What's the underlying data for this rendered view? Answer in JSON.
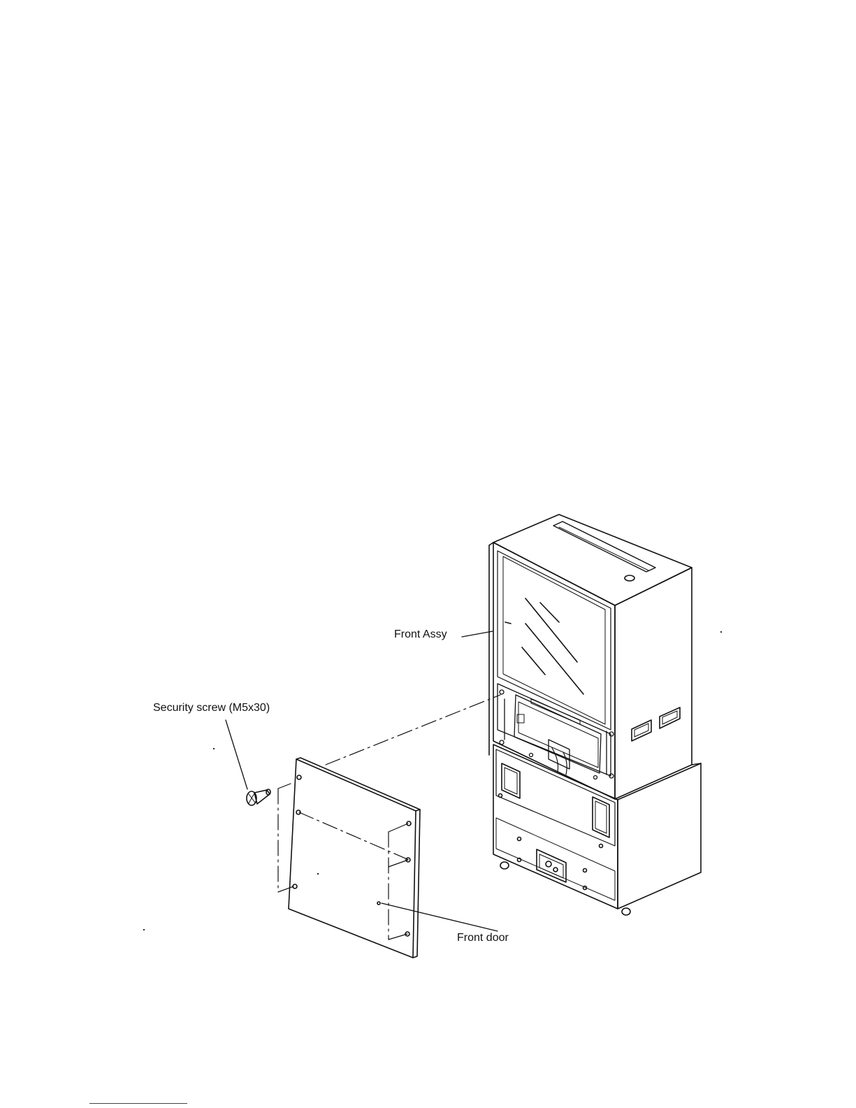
{
  "figure": {
    "callouts": {
      "security_screw": "Security screw (M5x30)",
      "front_assy": "Front Assy",
      "front_door": "Front door"
    },
    "colors": {
      "line": "#111111",
      "footer_rule": "#1a3fd0"
    }
  }
}
